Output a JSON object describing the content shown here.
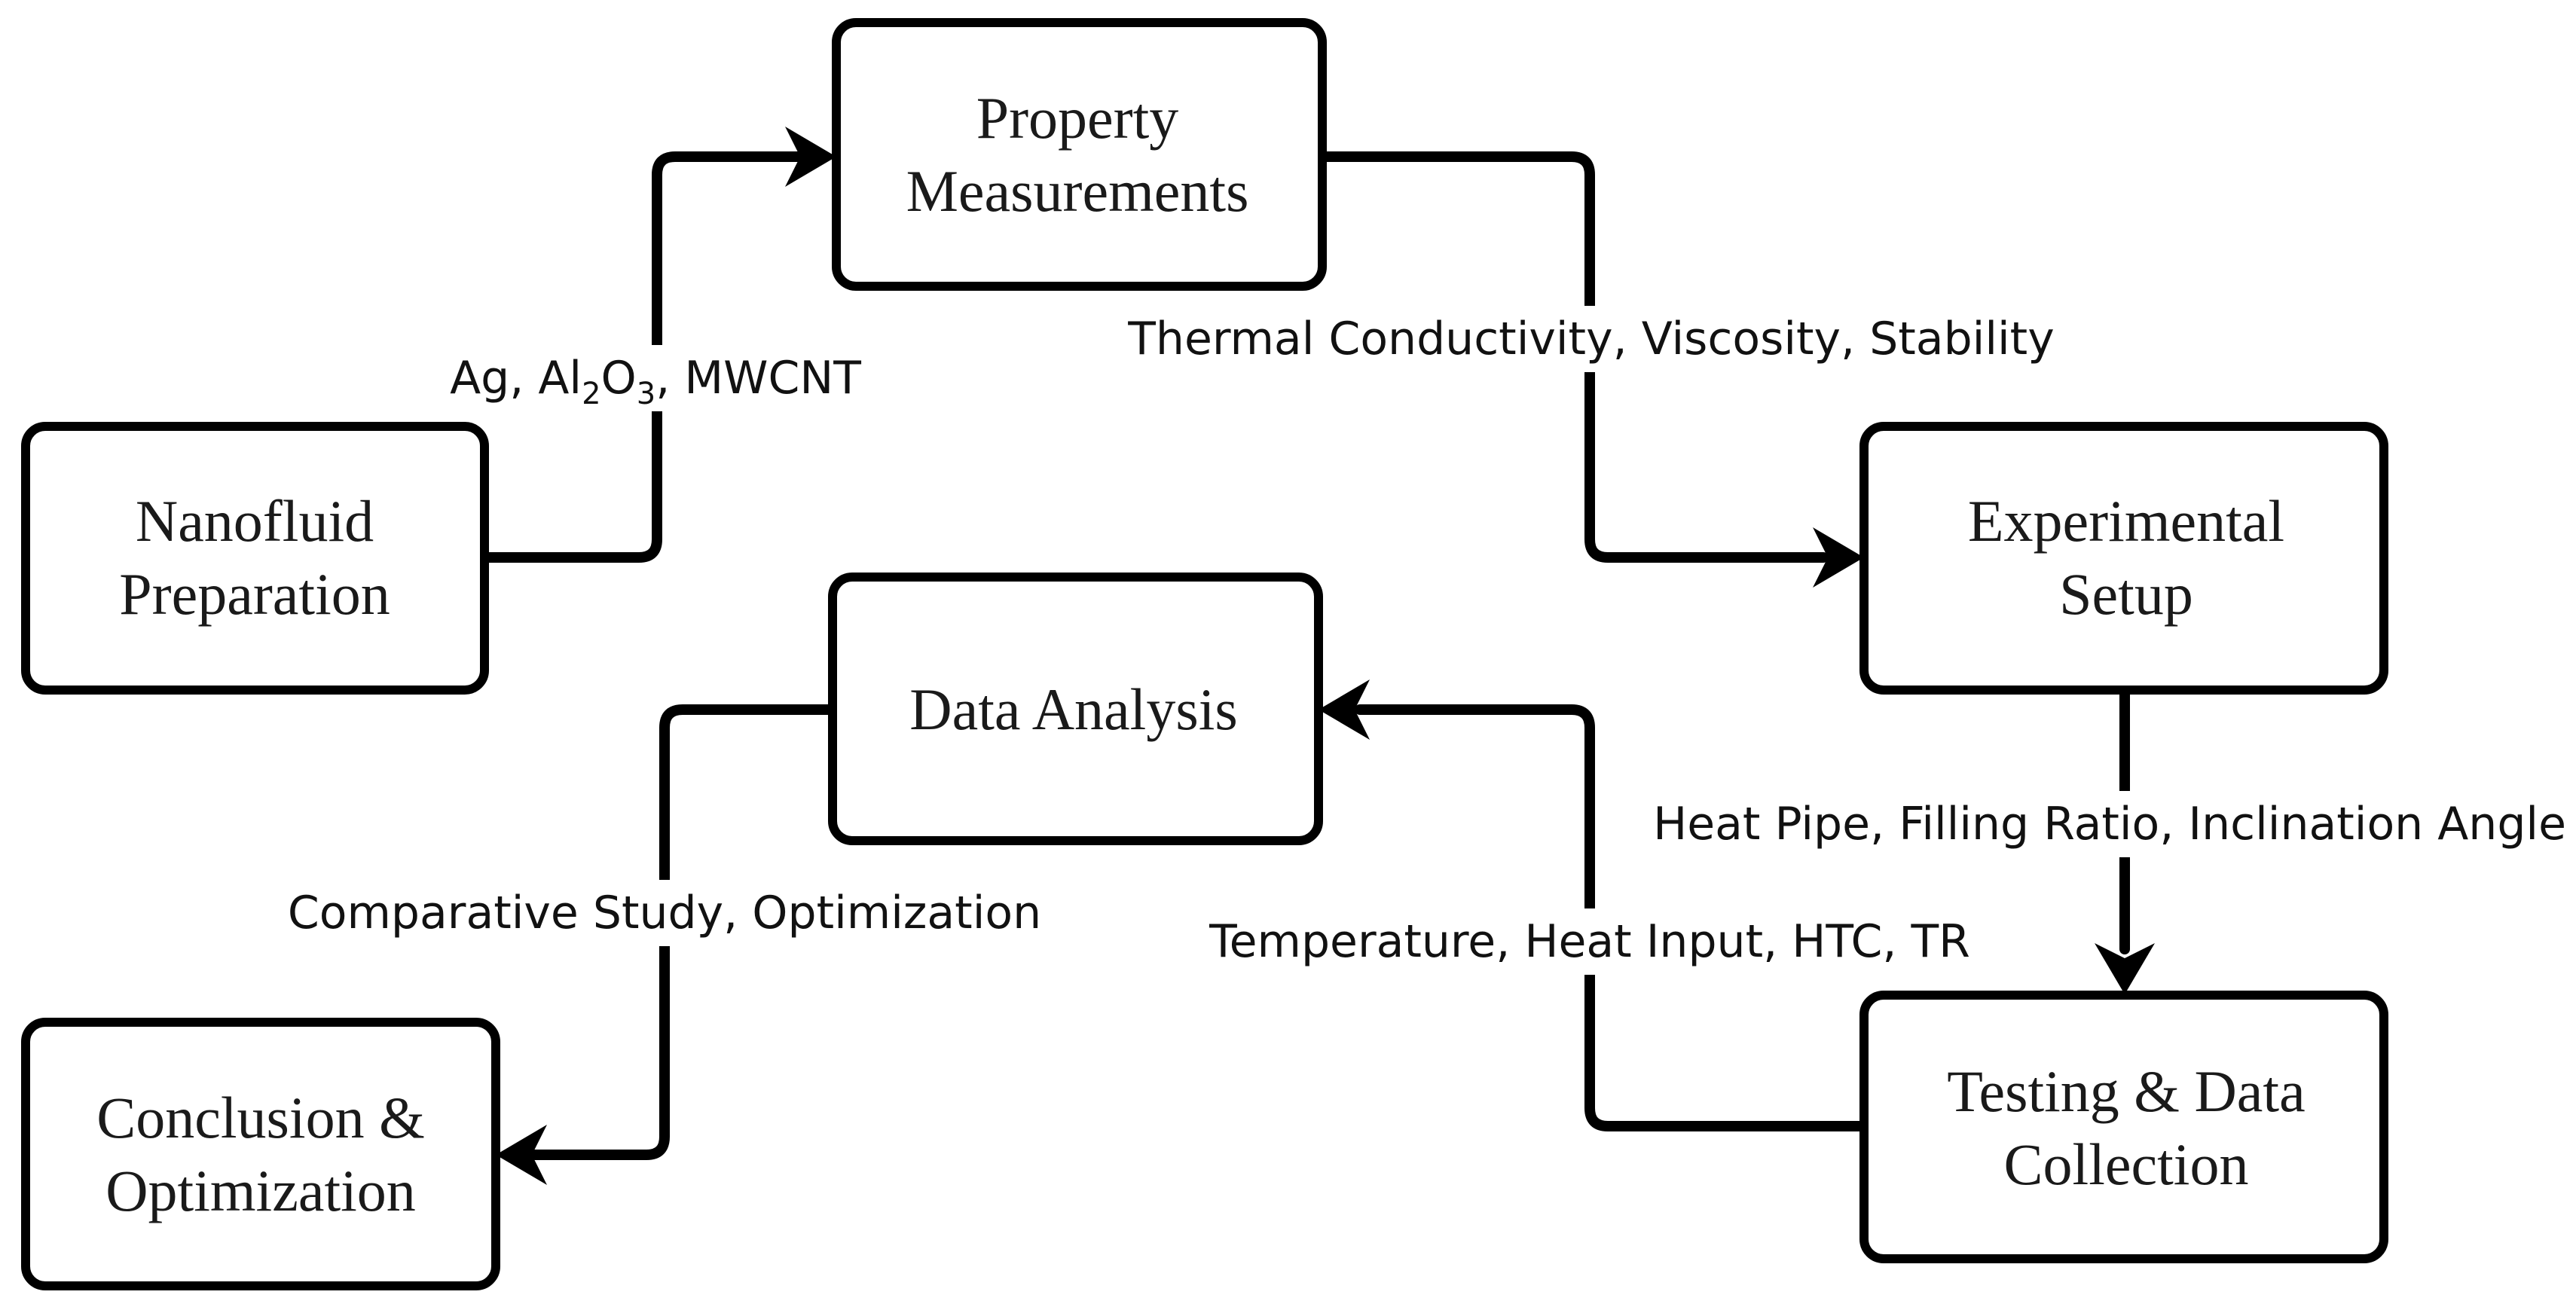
{
  "nodes": {
    "nanofluid": {
      "line1": "Nanofluid",
      "line2": "Preparation"
    },
    "property": {
      "line1": "Property",
      "line2": "Measurements"
    },
    "experimental": {
      "line1": "Experimental",
      "line2": "Setup"
    },
    "analysis": {
      "line1": "Data Analysis"
    },
    "testing": {
      "line1": "Testing & Data",
      "line2": "Collection"
    },
    "conclusion": {
      "line1": "Conclusion &",
      "line2": "Optimization"
    }
  },
  "edges": {
    "nanofluid_to_property": {
      "label_before": "Ag, Al",
      "sub1": "2",
      "label_mid": "O",
      "sub2": "3",
      "label_after": ", MWCNT"
    },
    "property_to_experimental": {
      "label": "Thermal Conductivity, Viscosity, Stability"
    },
    "experimental_to_testing": {
      "label": "Heat Pipe, Filling Ratio, Inclination Angle"
    },
    "testing_to_analysis": {
      "label": "Temperature, Heat Input, HTC, TR"
    },
    "analysis_to_conclusion": {
      "label": "Comparative Study, Optimization"
    }
  },
  "colors": {
    "stroke": "#000000",
    "background": "#ffffff"
  }
}
